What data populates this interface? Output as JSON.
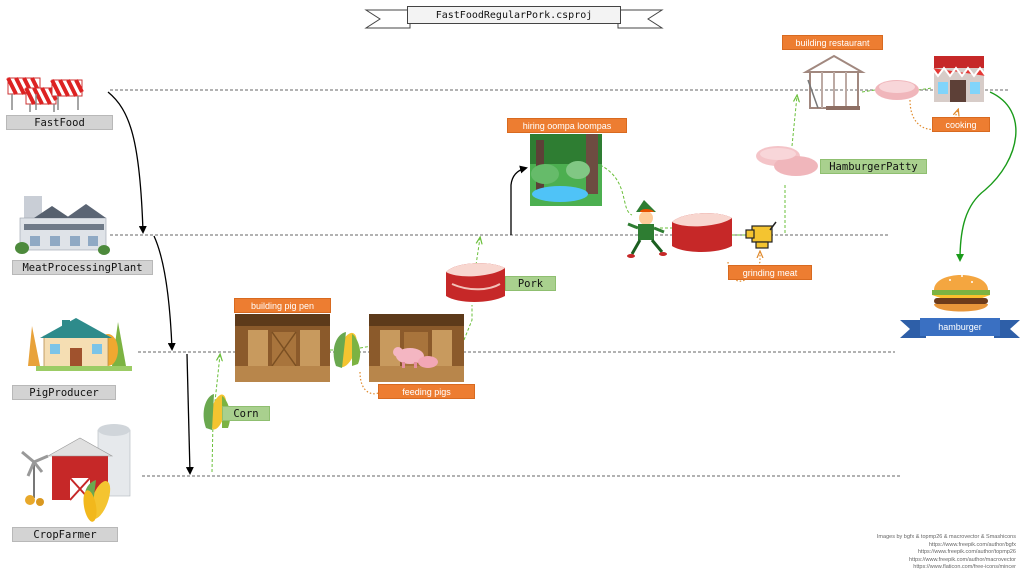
{
  "title": "FastFoodRegularPork.csproj",
  "lanes": [
    {
      "label": "FastFood"
    },
    {
      "label": "MeatProcessingPlant"
    },
    {
      "label": "PigProducer"
    },
    {
      "label": "CropFarmer"
    }
  ],
  "products": {
    "corn": "Corn",
    "pork": "Pork",
    "patty": "HamburgerPatty",
    "hamburger": "hamburger"
  },
  "activities": {
    "building_pig_pen": "building pig pen",
    "feeding_pigs": "feeding pigs",
    "hiring": "hiring oompa loompas",
    "grinding": "grinding meat",
    "building_restaurant": "building restaurant",
    "cooking": "cooking"
  },
  "credits": [
    "Images by bgfx & topmp26 & macrovector & Smashicons",
    "https://www.freepik.com/author/bgfx",
    "https://www.freepik.com/author/topmp26",
    "https://www.freepik.com/author/macrovector",
    "https://www.flaticon.com/free-icons/mincer"
  ],
  "colors": {
    "orange": "#ed7d31",
    "green_label": "#a9d08e",
    "lane_label": "#d3d3d3",
    "banner_blue": "#2e5fa8",
    "dashed_green": "#6abf3a",
    "dashed_orange": "#e08a2c"
  },
  "icons": [
    "roadblock-icon",
    "factory-icon",
    "house-icon",
    "farm-icon",
    "corn-icon",
    "barn-icon",
    "pig-icon",
    "pork-icon",
    "forest-icon",
    "elf-icon",
    "meat-grinder-icon",
    "patty-icon",
    "restaurant-frame-icon",
    "shop-icon",
    "burger-icon"
  ]
}
